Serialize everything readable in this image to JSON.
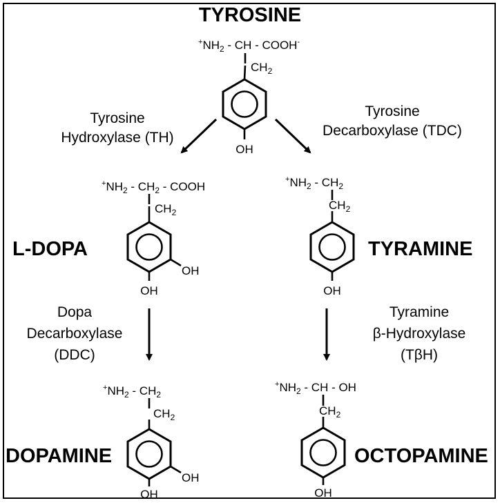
{
  "compounds": {
    "tyrosine": {
      "name": "TYROSINE",
      "plus": "+",
      "nh": "NH",
      "nh_sub": "2",
      "chain": " - CH - COOH",
      "minus": "-",
      "ch": "CH",
      "ch_sub": "2",
      "oh": "OH"
    },
    "ldopa": {
      "name": "L-DOPA",
      "plus": "+",
      "nh": "NH",
      "nh_sub": "2",
      "chain_a": " - CH",
      "chain_a_sub": "2",
      "chain_b": " - COOH",
      "ch": "CH",
      "ch_sub": "2",
      "oh_meta": "OH",
      "oh_para": "OH"
    },
    "tyramine": {
      "name": "TYRAMINE",
      "plus": "+",
      "nh": "NH",
      "nh_sub": "2",
      "chain": " - CH",
      "chain_sub": "2",
      "ch": "CH",
      "ch_sub": "2",
      "oh": "OH"
    },
    "dopamine": {
      "name": "DOPAMINE",
      "plus": "+",
      "nh": "NH",
      "nh_sub": "2",
      "chain": " - CH",
      "chain_sub": "2",
      "ch": "CH",
      "ch_sub": "2",
      "oh_meta": "OH",
      "oh_para": "OH"
    },
    "octopamine": {
      "name": "OCTOPAMINE",
      "plus": "+",
      "nh": "NH",
      "nh_sub": "2",
      "chain": " - CH - OH",
      "ch": "CH",
      "ch_sub": "2",
      "oh": "OH"
    }
  },
  "enzymes": {
    "th": {
      "line1": "Tyrosine",
      "line2": "Hydroxylase (TH)"
    },
    "tdc": {
      "line1": "Tyrosine",
      "line2": "Decarboxylase (TDC)"
    },
    "ddc": {
      "line1": "Dopa",
      "line2": "Decarboxylase",
      "line3": "(DDC)"
    },
    "tbh": {
      "line1": "Tyramine",
      "line2": "β-Hydroxylase",
      "line3": "(TβH)"
    }
  },
  "colors": {
    "ink": "#000000",
    "background": "#ffffff"
  }
}
